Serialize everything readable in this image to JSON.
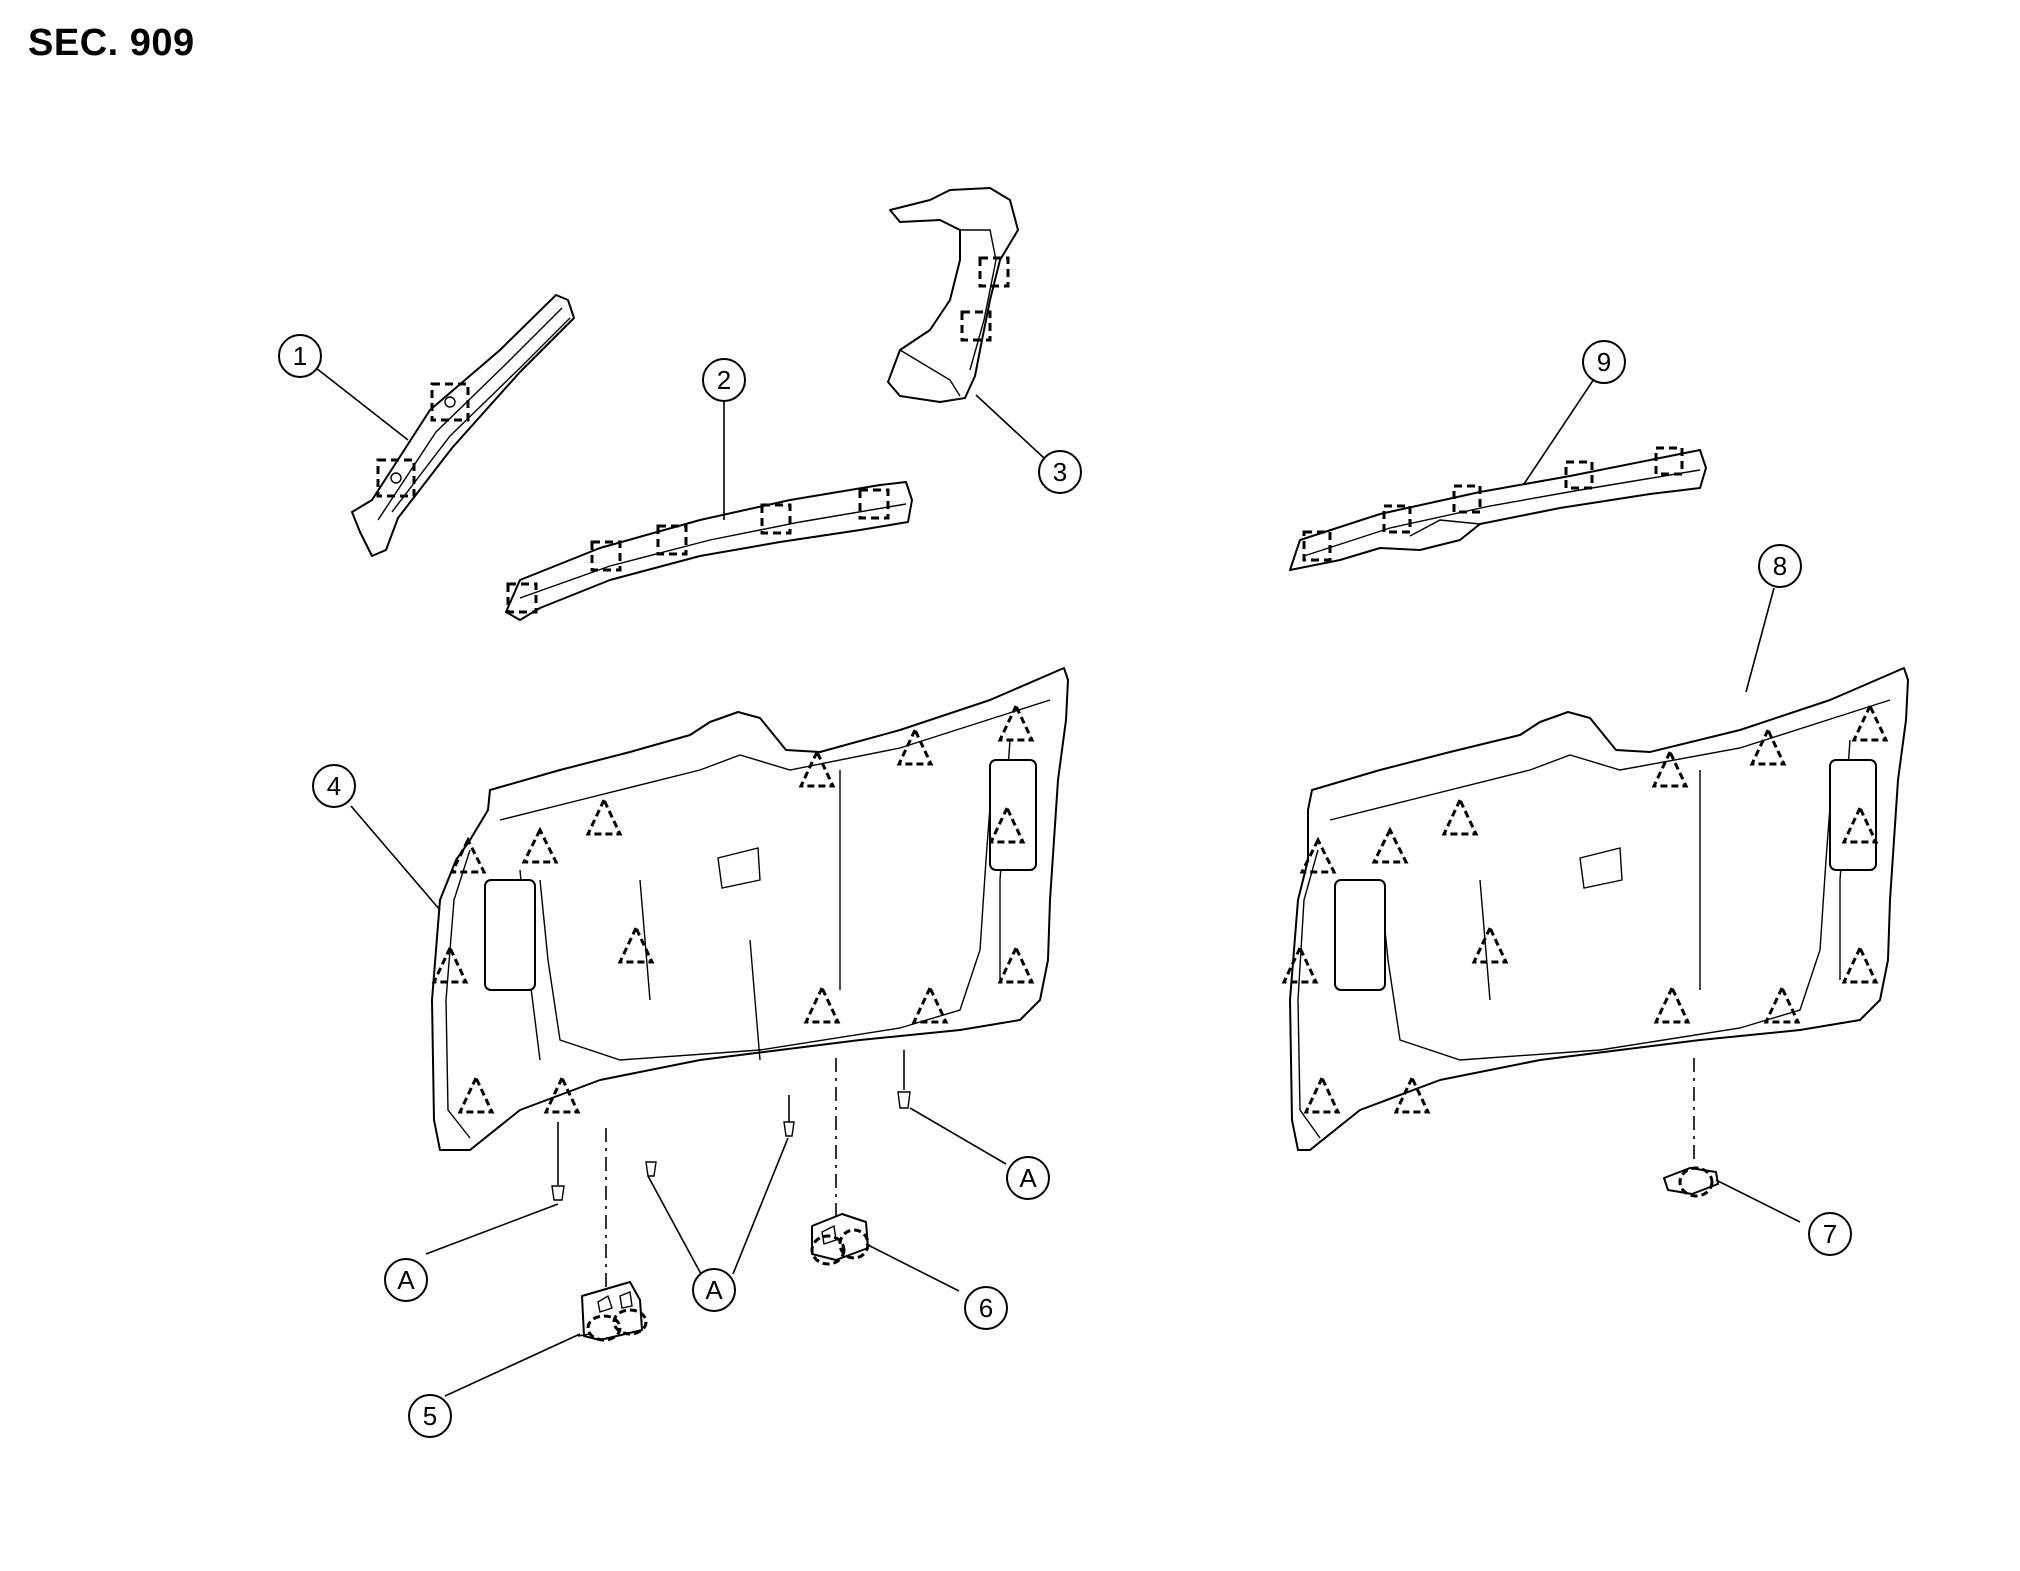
{
  "title": "SEC. 909",
  "callouts": {
    "c1": "1",
    "c2": "2",
    "c3": "3",
    "c4": "4",
    "c5": "5",
    "c6": "6",
    "c7": "7",
    "c8": "8",
    "c9": "9",
    "a1": "A",
    "a2": "A",
    "a3": "A"
  }
}
